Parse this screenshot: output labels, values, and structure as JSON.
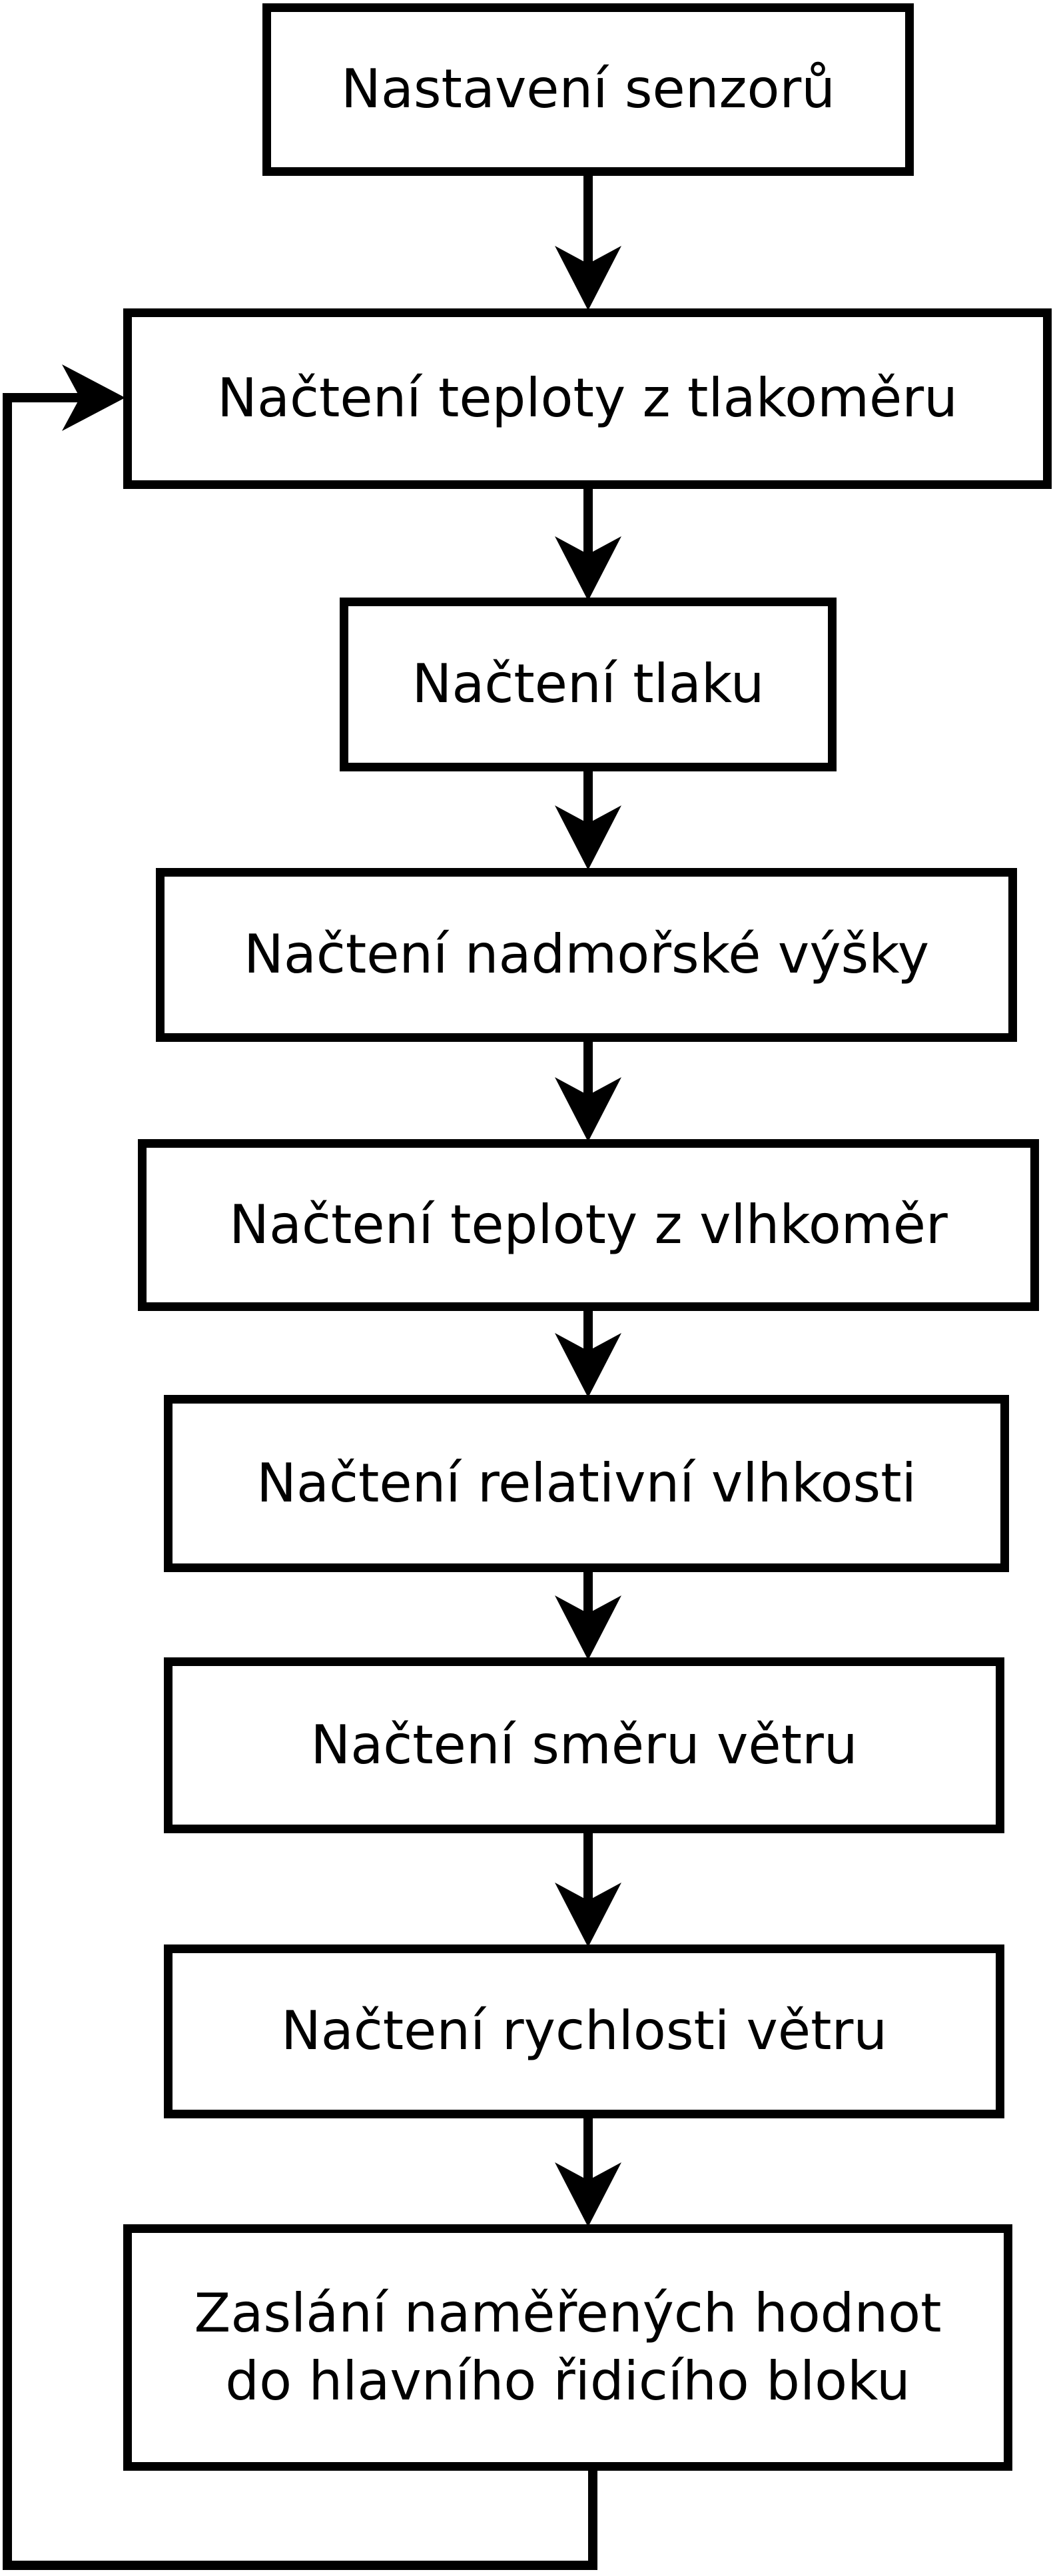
{
  "diagram": {
    "boxes": [
      {
        "id": "setup",
        "label": "Nastavení senzorů"
      },
      {
        "id": "read-temp-pressure",
        "label": "Načtení teploty z tlakoměru"
      },
      {
        "id": "read-pressure",
        "label": "Načtení tlaku"
      },
      {
        "id": "read-altitude",
        "label": "Načtení nadmořské výšky"
      },
      {
        "id": "read-temp-humidity",
        "label": "Načtení teploty z vlhkoměr"
      },
      {
        "id": "read-rel-humidity",
        "label": "Načtení relativní vlhkosti"
      },
      {
        "id": "read-wind-dir",
        "label": "Načtení směru větru"
      },
      {
        "id": "read-wind-speed",
        "label": "Načtení rychlosti větru"
      },
      {
        "id": "send-values",
        "lines": [
          "Zaslání naměřených hodnot",
          "do hlavního řidicího bloku"
        ]
      }
    ],
    "colors": {
      "line": "#000000",
      "box_border": "#000000",
      "box_fill": "#ffffff",
      "background": "#ffffff"
    }
  }
}
